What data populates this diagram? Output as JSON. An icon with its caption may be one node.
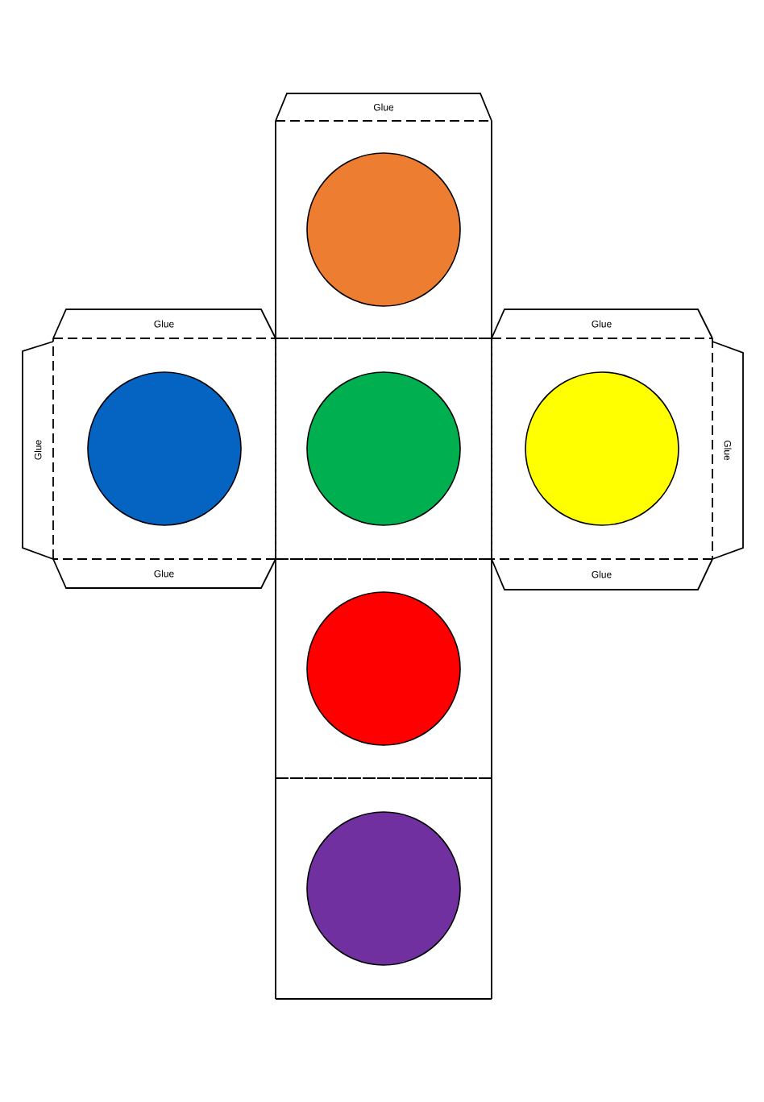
{
  "diagram": {
    "nodes": [
      {
        "text": [
          "Glue"
        ]
      },
      {
        "text": [],
        "shape": "box"
      },
      {
        "text": [],
        "shape": "circle",
        "in": 1
      },
      {
        "text": [
          "Glue"
        ]
      },
      {
        "text": [
          "Glue"
        ]
      },
      {
        "text": [
          "Glue"
        ]
      },
      {
        "text": [],
        "shape": "box"
      },
      {
        "text": [],
        "shape": "circle",
        "in": 6
      },
      {
        "text": [],
        "shape": "box"
      },
      {
        "text": [],
        "shape": "circle",
        "in": 8
      },
      {
        "text": [],
        "shape": "box"
      },
      {
        "text": [],
        "shape": "circle",
        "in": 10
      },
      {
        "text": [
          "Glue"
        ]
      },
      {
        "text": [
          "Glue"
        ]
      },
      {
        "text": [
          "Glue"
        ]
      },
      {
        "text": [],
        "shape": "box"
      },
      {
        "text": [],
        "shape": "circle",
        "in": 15
      },
      {
        "text": [],
        "shape": "box"
      },
      {
        "text": [],
        "shape": "circle",
        "in": 17
      }
    ]
  }
}
